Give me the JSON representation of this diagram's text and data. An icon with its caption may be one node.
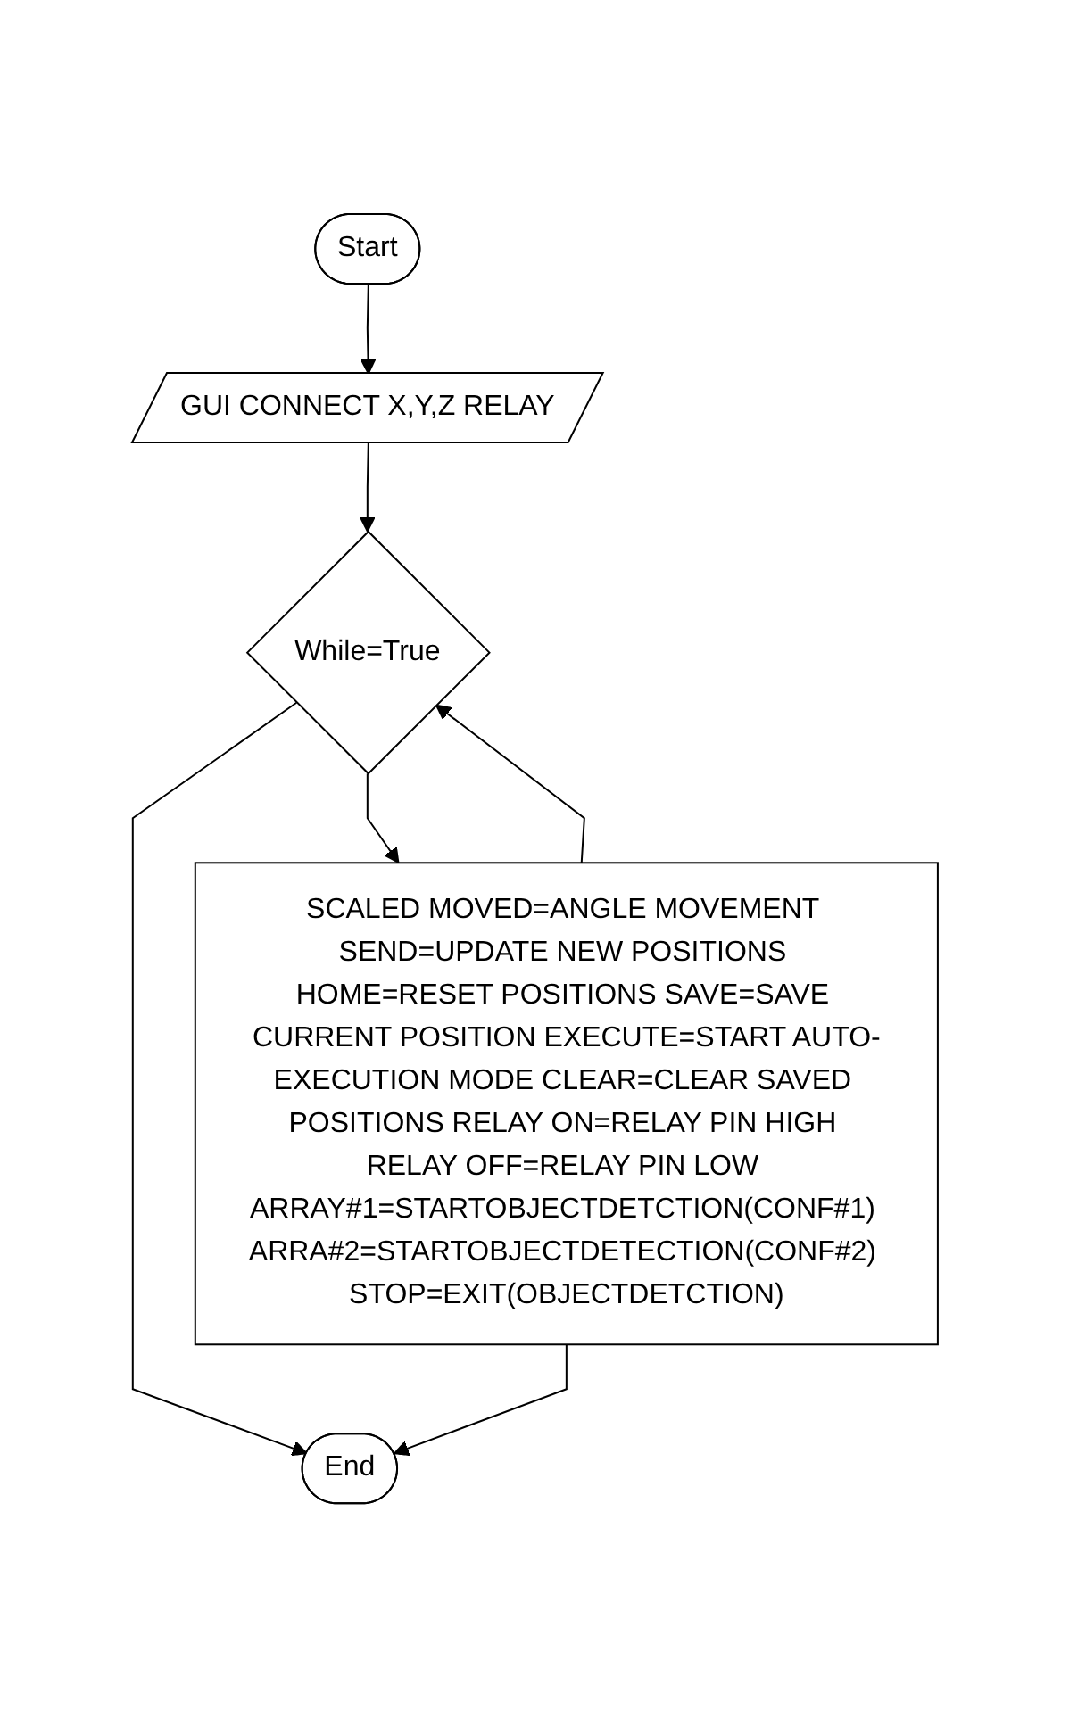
{
  "diagram": {
    "nodes": [
      {
        "text": [
          "Start"
        ]
      },
      {
        "text": [
          "GUI CONNECT X,Y,Z RELAY"
        ]
      },
      {
        "text": [
          "While=True"
        ]
      },
      {
        "text": [
          "SCALED MOVED=ANGLE MOVEMENT SEND=UPDATE NEW POSITIONS HOME=RESET POSITIONS SAVE=SAVE CURRENT POSITION EXECUTE=START AUTO-EXECUTION MODE CLEAR=CLEAR SAVED POSITIONS RELAY ON=RELAY PIN HIGH RELAY OFF=RELAY PIN LOW ARRAY#1=STARTOBJECTDETCTION(CONF#1) ARRA#2=STARTOBJECTDETECTION(CONF#2) STOP=EXIT(OBJECTDETCTION)"
        ]
      },
      {
        "text": [
          "End"
        ]
      }
    ],
    "edges": [
      {
        "from": 0,
        "to": 1,
        "arrow": "to"
      },
      {
        "from": 1,
        "to": 2,
        "arrow": "to"
      },
      {
        "from": 2,
        "to": 3,
        "arrow": "to"
      },
      {
        "from": 3,
        "to": 2,
        "arrow": "to"
      },
      {
        "from": 2,
        "to": 4,
        "arrow": "to"
      },
      {
        "from": 3,
        "to": 4,
        "arrow": "to"
      }
    ]
  }
}
